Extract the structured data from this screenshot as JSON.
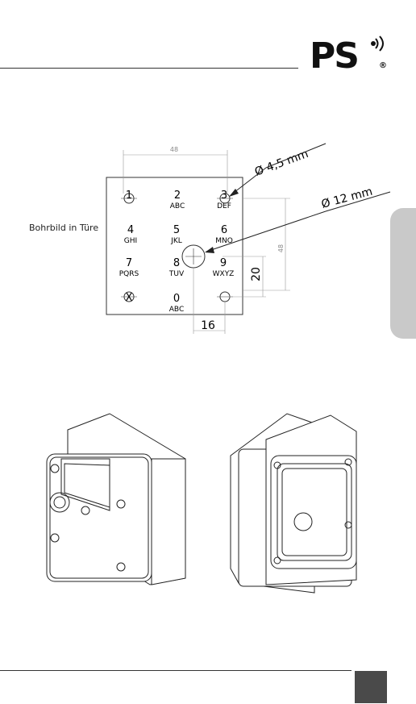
{
  "header": {
    "logo_text": "PS",
    "logo_registered_mark": "®"
  },
  "drilling": {
    "label": "Bohrbild in Türe",
    "width_dim": "48",
    "height_dim": "48",
    "hole_small": "Ø 4,5 mm",
    "hole_large": "Ø 12 mm",
    "offset_vertical": "20",
    "offset_horizontal": "16",
    "keys": [
      {
        "digit": "1",
        "letters": ""
      },
      {
        "digit": "2",
        "letters": "ABC"
      },
      {
        "digit": "3",
        "letters": "DEF"
      },
      {
        "digit": "4",
        "letters": "GHI"
      },
      {
        "digit": "5",
        "letters": "JKL"
      },
      {
        "digit": "6",
        "letters": "MNO"
      },
      {
        "digit": "7",
        "letters": "PQRS"
      },
      {
        "digit": "8",
        "letters": "TUV"
      },
      {
        "digit": "9",
        "letters": "WXYZ"
      },
      {
        "digit": "X",
        "letters": ""
      },
      {
        "digit": "0",
        "letters": "ABC"
      },
      {
        "digit": "",
        "letters": ""
      }
    ]
  },
  "colors": {
    "line": "#333333",
    "tab_gray": "#c9c9c9",
    "page_box": "#4a4a4a"
  }
}
